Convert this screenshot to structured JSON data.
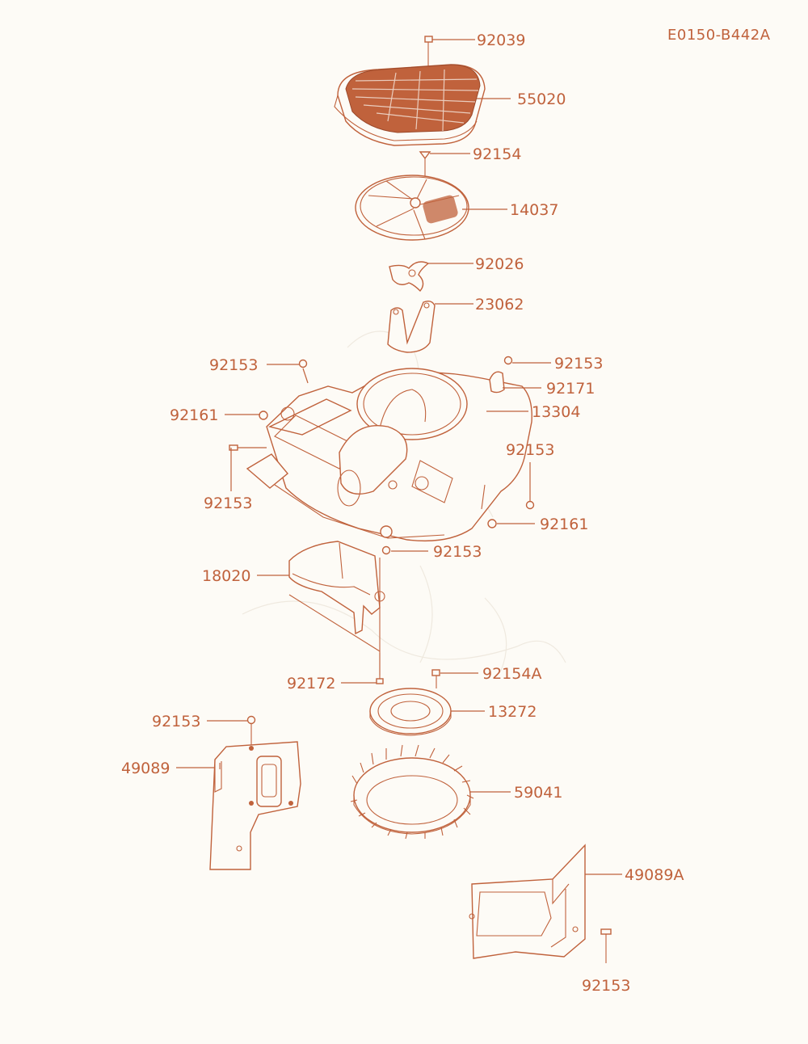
{
  "diagram": {
    "reference_code": "E0150-B442A",
    "colors": {
      "line": "#c0623c",
      "background": "#fdfbf6"
    },
    "callouts": [
      {
        "id": "c1",
        "part": "92039"
      },
      {
        "id": "c2",
        "part": "55020"
      },
      {
        "id": "c3",
        "part": "92154"
      },
      {
        "id": "c4",
        "part": "14037"
      },
      {
        "id": "c5",
        "part": "92026"
      },
      {
        "id": "c6",
        "part": "23062"
      },
      {
        "id": "c7",
        "part": "92153"
      },
      {
        "id": "c8",
        "part": "92153"
      },
      {
        "id": "c9",
        "part": "92171"
      },
      {
        "id": "c10",
        "part": "92161"
      },
      {
        "id": "c11",
        "part": "13304"
      },
      {
        "id": "c12",
        "part": "92153"
      },
      {
        "id": "c13",
        "part": "92153"
      },
      {
        "id": "c14",
        "part": "92161"
      },
      {
        "id": "c15",
        "part": "92153"
      },
      {
        "id": "c16",
        "part": "18020"
      },
      {
        "id": "c17",
        "part": "92172"
      },
      {
        "id": "c18",
        "part": "92154A"
      },
      {
        "id": "c19",
        "part": "13272"
      },
      {
        "id": "c20",
        "part": "92153"
      },
      {
        "id": "c21",
        "part": "49089"
      },
      {
        "id": "c22",
        "part": "59041"
      },
      {
        "id": "c23",
        "part": "49089A"
      },
      {
        "id": "c24",
        "part": "92153"
      }
    ]
  }
}
